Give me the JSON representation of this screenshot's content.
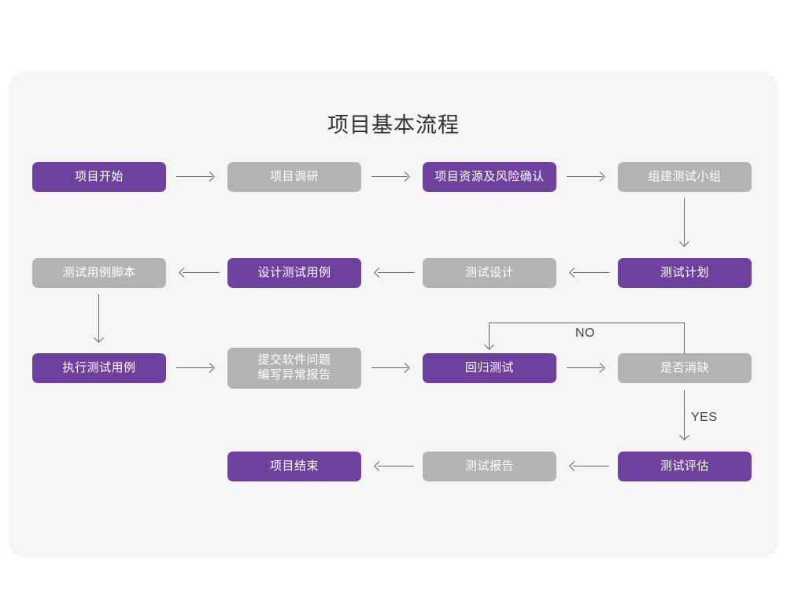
{
  "page": {
    "background": "#ffffff",
    "card_background": "#f5f5f5",
    "title": "项目基本流程"
  },
  "palette": {
    "active": "#6f419e",
    "inactive": "#b3b3b3",
    "connector": "#666666",
    "title_text": "#33302f",
    "node_text": "#ffffff"
  },
  "chart_data": {
    "type": "diagram",
    "title": "项目基本流程",
    "nodes": [
      {
        "id": "n1",
        "label": "项目开始",
        "state": "active",
        "row": 1,
        "col": 1
      },
      {
        "id": "n2",
        "label": "项目调研",
        "state": "inactive",
        "row": 1,
        "col": 2
      },
      {
        "id": "n3",
        "label": "项目资源及风险确认",
        "state": "active",
        "row": 1,
        "col": 3
      },
      {
        "id": "n4",
        "label": "组建测试小组",
        "state": "inactive",
        "row": 1,
        "col": 4
      },
      {
        "id": "n5",
        "label": "测试用例脚本",
        "state": "inactive",
        "row": 2,
        "col": 1
      },
      {
        "id": "n6",
        "label": "设计测试用例",
        "state": "active",
        "row": 2,
        "col": 2
      },
      {
        "id": "n7",
        "label": "测试设计",
        "state": "inactive",
        "row": 2,
        "col": 3
      },
      {
        "id": "n8",
        "label": "测试计划",
        "state": "active",
        "row": 2,
        "col": 4
      },
      {
        "id": "n9",
        "label": "执行测试用例",
        "state": "active",
        "row": 3,
        "col": 1
      },
      {
        "id": "n10",
        "label": "提交软件问题\n编写异常报告",
        "state": "inactive",
        "row": 3,
        "col": 2
      },
      {
        "id": "n11",
        "label": "回归测试",
        "state": "active",
        "row": 3,
        "col": 3
      },
      {
        "id": "n12",
        "label": "是否消缺",
        "state": "inactive",
        "row": 3,
        "col": 4
      },
      {
        "id": "n13",
        "label": "项目结束",
        "state": "active",
        "row": 4,
        "col": 2
      },
      {
        "id": "n14",
        "label": "测试报告",
        "state": "inactive",
        "row": 4,
        "col": 3
      },
      {
        "id": "n15",
        "label": "测试评估",
        "state": "active",
        "row": 4,
        "col": 4
      }
    ],
    "edges": [
      {
        "from": "n1",
        "to": "n2",
        "direction": "right",
        "label": ""
      },
      {
        "from": "n2",
        "to": "n3",
        "direction": "right",
        "label": ""
      },
      {
        "from": "n3",
        "to": "n4",
        "direction": "right",
        "label": ""
      },
      {
        "from": "n4",
        "to": "n8",
        "direction": "down",
        "label": ""
      },
      {
        "from": "n8",
        "to": "n7",
        "direction": "left",
        "label": ""
      },
      {
        "from": "n7",
        "to": "n6",
        "direction": "left",
        "label": ""
      },
      {
        "from": "n6",
        "to": "n5",
        "direction": "left",
        "label": ""
      },
      {
        "from": "n5",
        "to": "n9",
        "direction": "down",
        "label": ""
      },
      {
        "from": "n9",
        "to": "n10",
        "direction": "right",
        "label": ""
      },
      {
        "from": "n10",
        "to": "n11",
        "direction": "right",
        "label": ""
      },
      {
        "from": "n11",
        "to": "n12",
        "direction": "right",
        "label": ""
      },
      {
        "from": "n12",
        "to": "n11",
        "direction": "loop-up-left-down",
        "label": "NO"
      },
      {
        "from": "n12",
        "to": "n15",
        "direction": "down",
        "label": "YES"
      },
      {
        "from": "n15",
        "to": "n14",
        "direction": "left",
        "label": ""
      },
      {
        "from": "n14",
        "to": "n13",
        "direction": "left",
        "label": ""
      }
    ],
    "edge_labels": {
      "no": "NO",
      "yes": "YES"
    }
  }
}
